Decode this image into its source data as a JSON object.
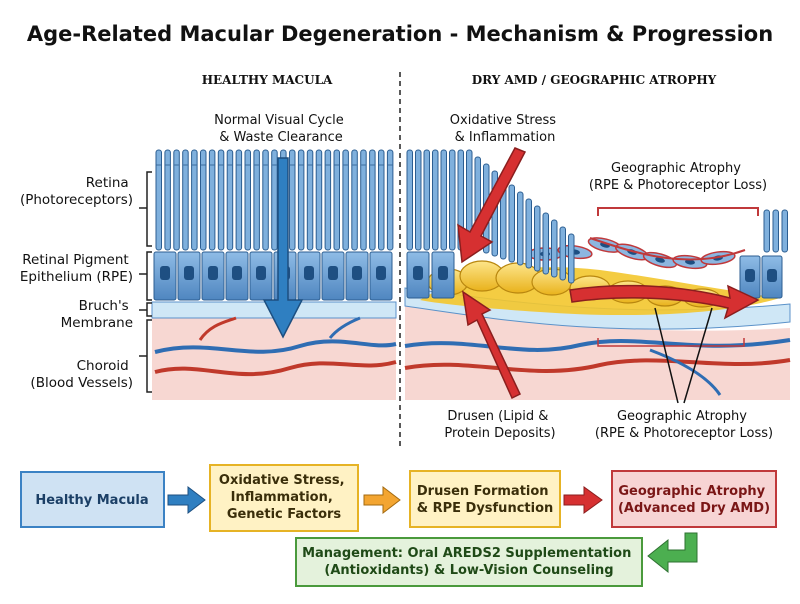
{
  "title": "Age-Related Macular Degeneration - Mechanism & Progression",
  "sections": {
    "healthy": "HEALTHY MACULA",
    "dry": "DRY AMD / GEOGRAPHIC ATROPHY"
  },
  "layer_labels": {
    "retina": [
      "Retina",
      "(Photoreceptors)"
    ],
    "rpe": [
      "Retinal Pigment",
      "Epithelium (RPE)"
    ],
    "bruchs": [
      "Bruch's",
      "Membrane"
    ],
    "choroid": [
      "Choroid",
      "(Blood Vessels)"
    ]
  },
  "annotations": {
    "visual_cycle": [
      "Normal Visual Cycle",
      "& Waste Clearance"
    ],
    "oxidative": [
      "Oxidative Stress",
      "& Inflammation"
    ],
    "ga_top": [
      "Geographic Atrophy",
      "(RPE & Photoreceptor Loss)"
    ],
    "drusen": [
      "Drusen (Lipid &",
      "Protein Deposits)"
    ],
    "ga_bottom": [
      "Geographic Atrophy",
      "(RPE & Photoreceptor Loss)"
    ]
  },
  "flow": {
    "healthy": [
      "Healthy Macula"
    ],
    "stress": [
      "Oxidative Stress,",
      "Inflammation,",
      "Genetic Factors"
    ],
    "drusen": [
      "Drusen Formation",
      "& RPE Dysfunction"
    ],
    "atrophy": [
      "Geographic Atrophy",
      "(Advanced Dry AMD)"
    ],
    "management": [
      "Management: Oral AREDS2 Supplementation",
      "(Antioxidants) & Low-Vision Counseling"
    ]
  },
  "colors": {
    "healthy_fill": "#cfe2f3",
    "healthy_stroke": "#3b82c4",
    "stress_fill": "#fff2c4",
    "stress_stroke": "#e6b325",
    "drusen_fill": "#fff2c4",
    "drusen_stroke": "#e6b325",
    "atrophy_fill": "#f7d4d4",
    "atrophy_stroke": "#c0393b",
    "manage_fill": "#e4f2dc",
    "manage_stroke": "#4a9a3c",
    "rpe": "#5b92c9",
    "photoreceptor": "#7fb0dd",
    "drusen": "#f3c62e",
    "arrow_red": "#d63031",
    "arrow_blue": "#2f7fc1"
  }
}
